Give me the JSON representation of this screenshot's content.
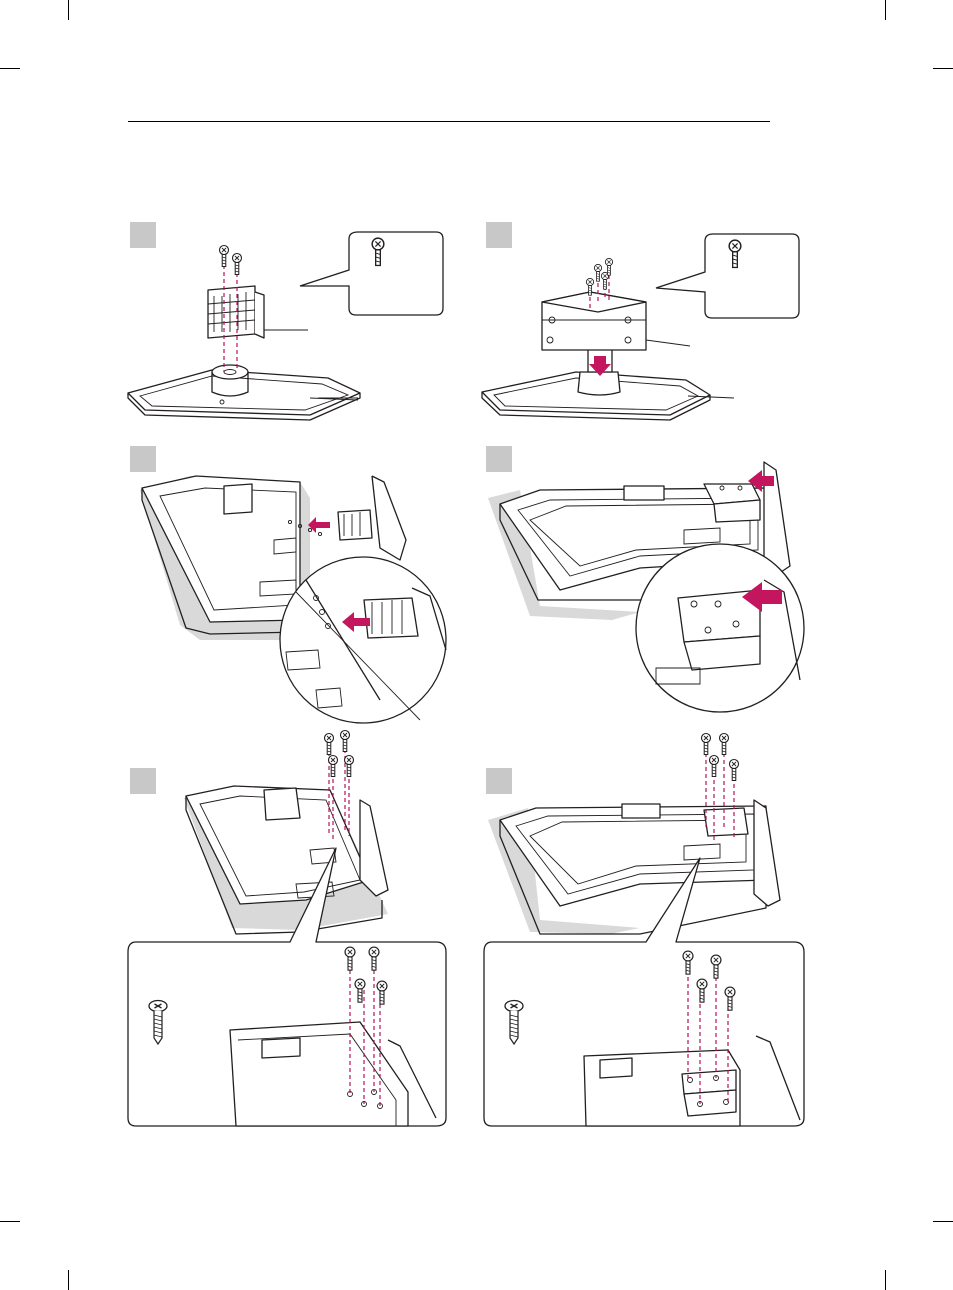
{
  "page": {
    "title": "",
    "steps": [
      {
        "id": "step-1a",
        "label": ""
      },
      {
        "id": "step-1b",
        "label": ""
      },
      {
        "id": "step-2a",
        "label": ""
      },
      {
        "id": "step-2b",
        "label": ""
      },
      {
        "id": "step-3a",
        "label": ""
      },
      {
        "id": "step-3b",
        "label": ""
      }
    ]
  },
  "colors": {
    "accent": "#c4165f",
    "line": "#231f20",
    "step_box": "#c8c8c8",
    "shadow": "#d9d9d9"
  },
  "icons": [
    "screw-icon",
    "arrow-icon",
    "magnify-circle-icon",
    "callout-bubble-icon"
  ]
}
